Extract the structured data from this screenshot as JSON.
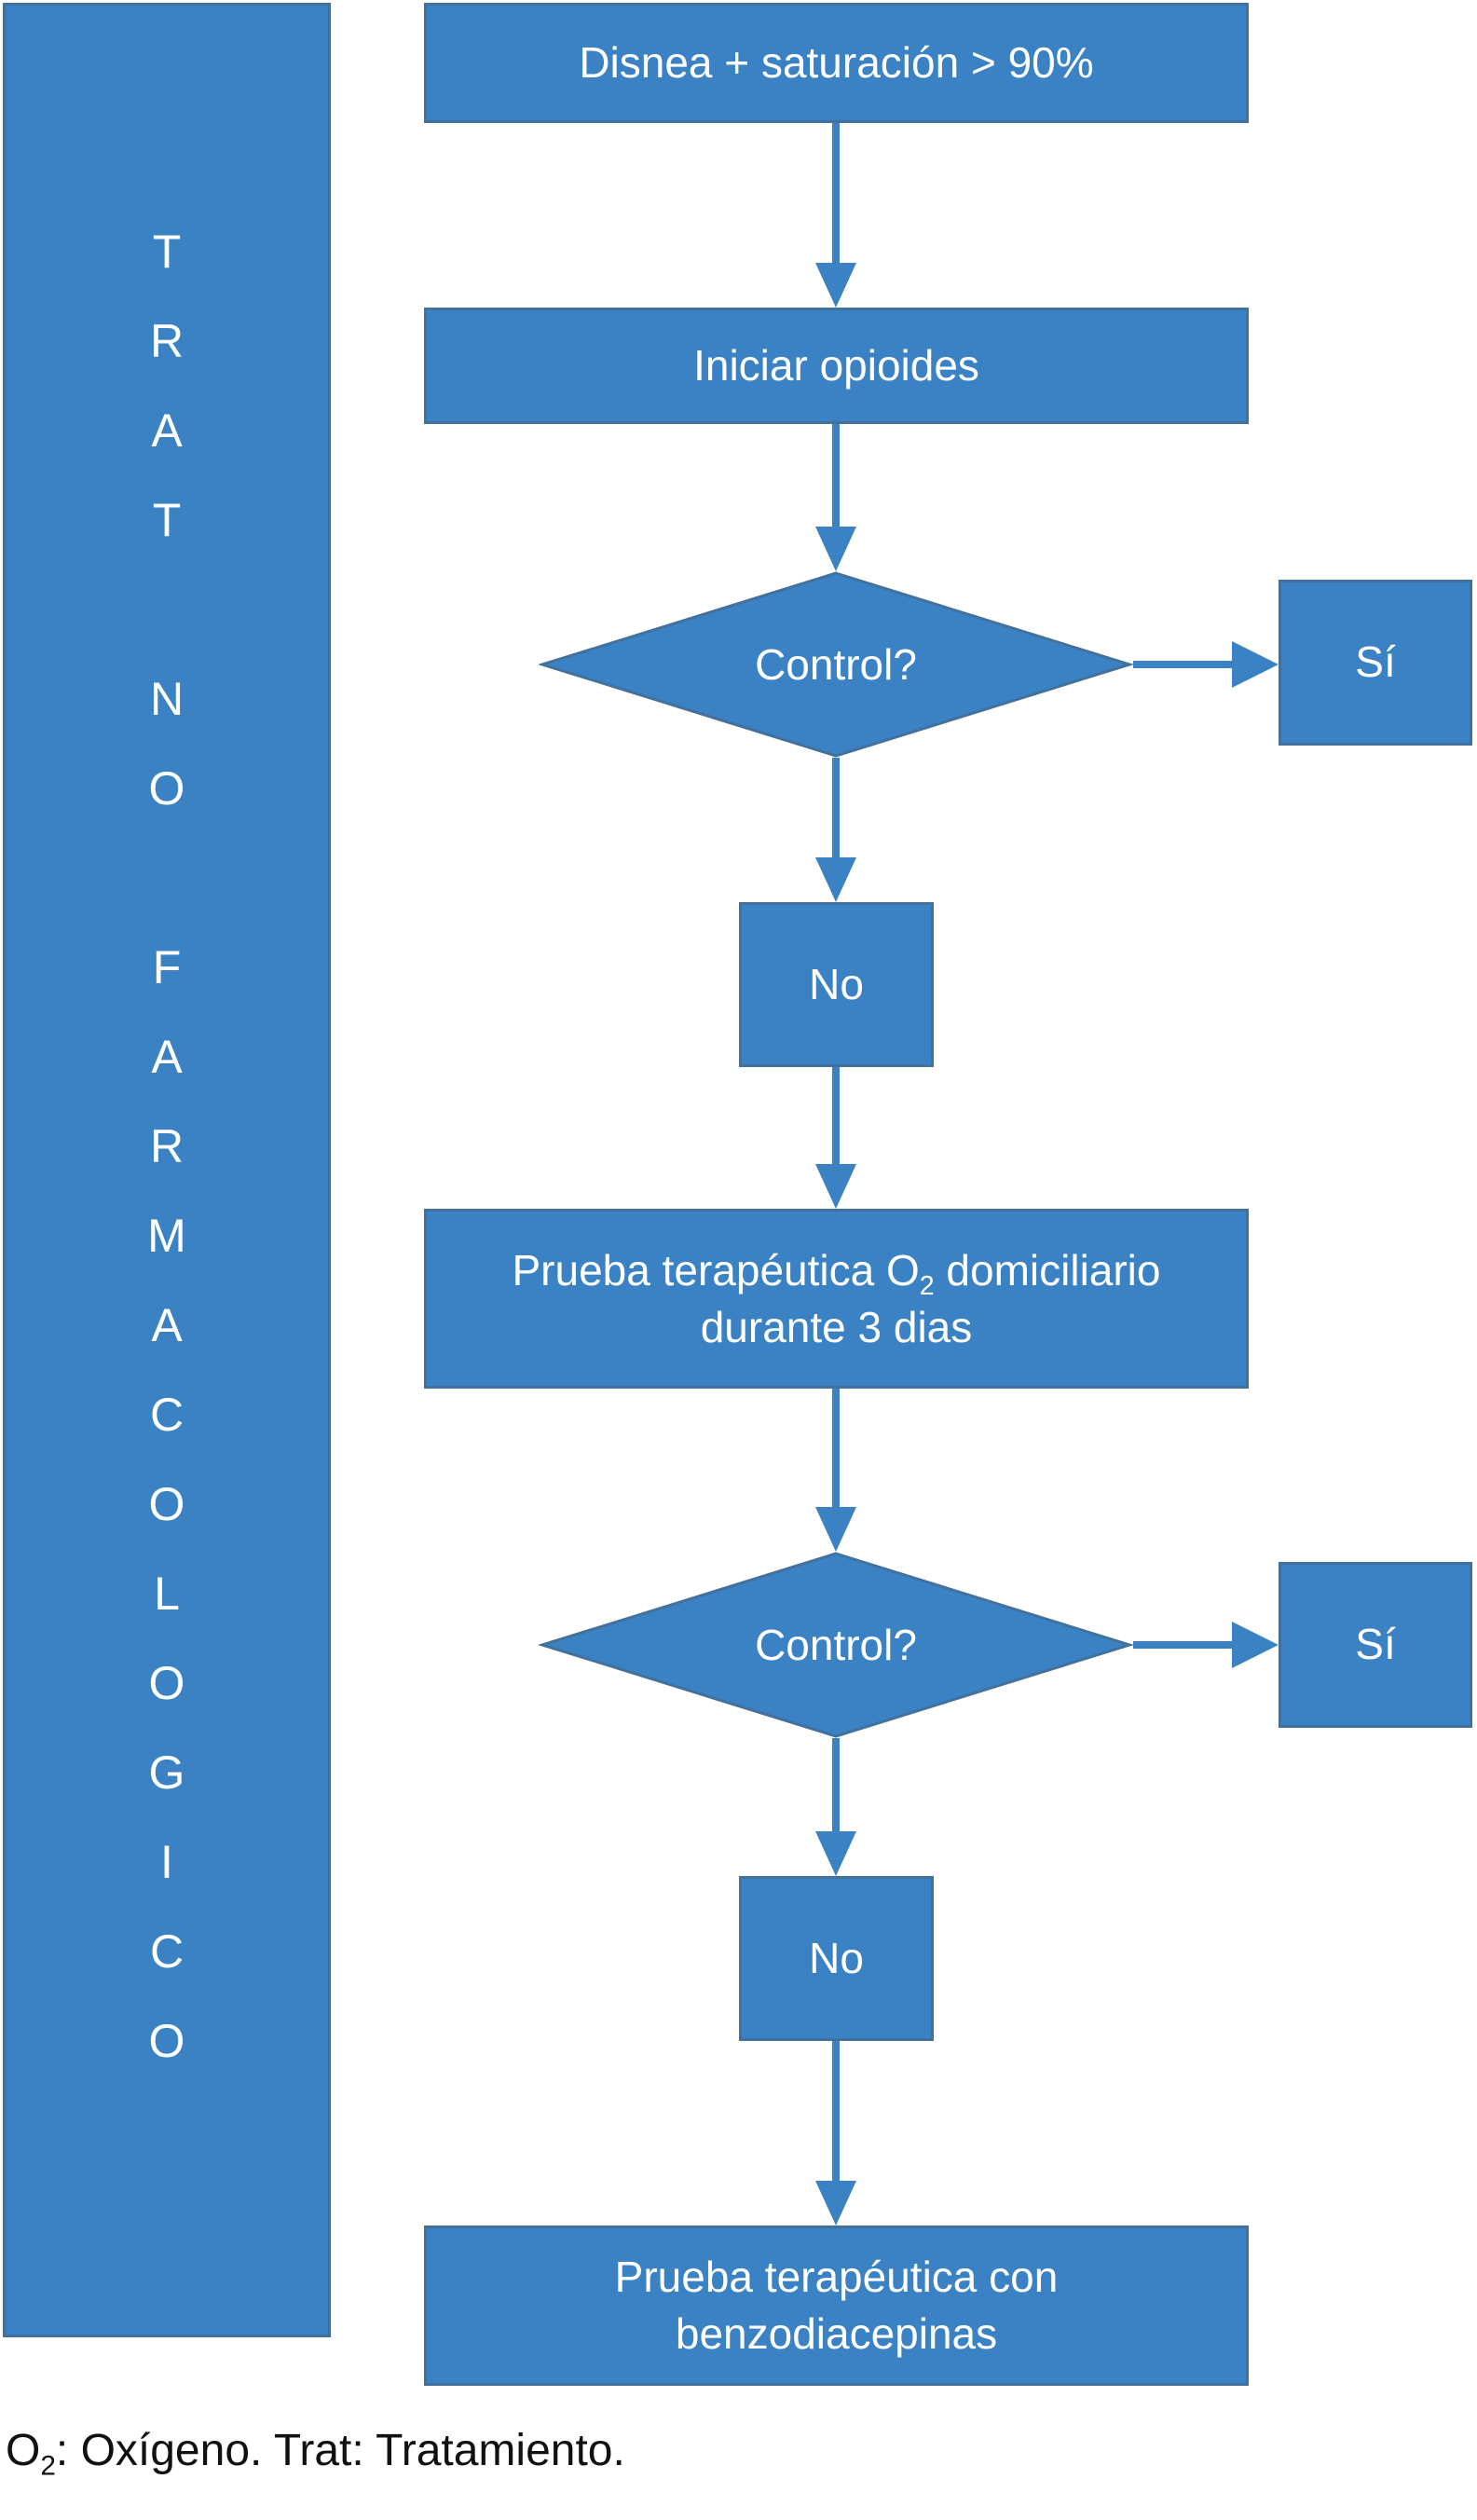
{
  "colors": {
    "node_fill": "#3A82C4",
    "node_border": "#41719C",
    "node_text": "#FFFFFF",
    "footnote_text": "#111111"
  },
  "sidebar": {
    "words": [
      "TRAT",
      "NO",
      "FARMACOLOGICO"
    ]
  },
  "nodes": {
    "start": {
      "label": "Disnea + saturación > 90%"
    },
    "opioides": {
      "label": "Iniciar opioides"
    },
    "control1": {
      "label": "Control?"
    },
    "si1": {
      "label": "Sí"
    },
    "no1": {
      "label": "No"
    },
    "o2trial": {
      "line1_pre": "Prueba terapéutica O",
      "line1_sub": "2",
      "line1_post": " domiciliario",
      "line2": "durante 3 dias"
    },
    "control2": {
      "label": "Control?"
    },
    "si2": {
      "label": "Sí"
    },
    "no2": {
      "label": "No"
    },
    "benzo": {
      "line1": "Prueba terapéutica con",
      "line2": "benzodiacepinas"
    }
  },
  "footnote": {
    "pre": "O",
    "sub": "2",
    "post": ": Oxígeno. Trat: Tratamiento."
  }
}
